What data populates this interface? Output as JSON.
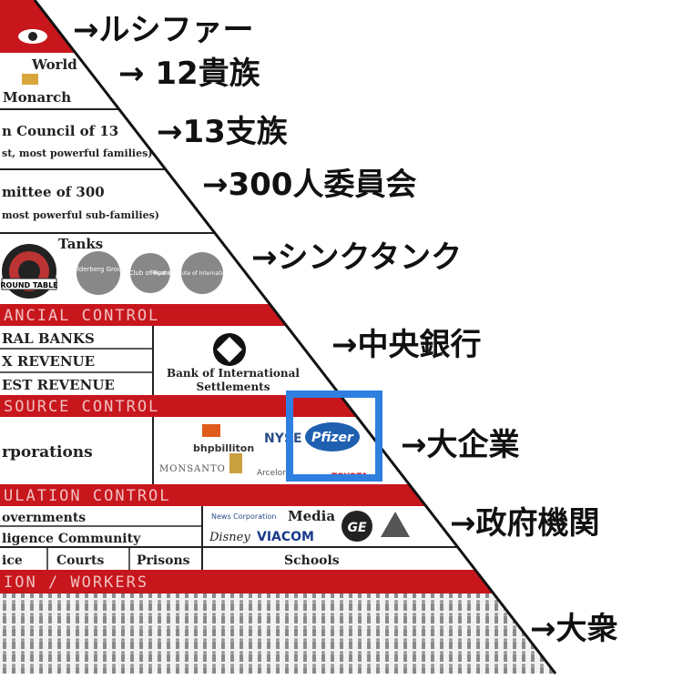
{
  "annotations": [
    "→ルシファー",
    "→ 12貴族",
    "→13支族",
    "→300人委員会",
    "→シンクタンク",
    "→中央銀行",
    "→大企業",
    "→政府機関",
    "→大衆"
  ],
  "pyramid": {
    "monarch": [
      "World",
      "Monarch"
    ],
    "council": [
      "n Council of 13",
      "st, most powerful families)"
    ],
    "committee": [
      "mittee of 300",
      "most powerful sub-families)"
    ],
    "think_tanks": {
      "label": "Tanks",
      "logos": [
        "ROUND TABLE",
        "Bilderberg Group",
        "Club of Rome",
        "Royal Institute of International Affairs"
      ]
    },
    "financial_control_band": "ANCIAL CONTROL",
    "banks": [
      "RAL BANKS",
      "X REVENUE",
      "EST REVENUE"
    ],
    "bis": [
      "Bank of International",
      "Settlements"
    ],
    "resource_control_band": "SOURCE CONTROL",
    "corporations_label": "rporations",
    "corp_logos": [
      "bhpbilliton",
      "NYSE",
      "Pfizer",
      "MONSANTO",
      "Arcelor",
      "TOYOTA"
    ],
    "population_control_band": "ULATION CONTROL",
    "government": [
      "overnments",
      "ligence Community"
    ],
    "media": {
      "label": "Media",
      "logos": [
        "News Corporation",
        "Disney",
        "VIACOM",
        "GE"
      ]
    },
    "institutions": [
      "ice",
      "Courts",
      "Prisons",
      "Schools"
    ],
    "workers_band": "ION / WORKERS"
  },
  "highlight_color": "#2f7fe0",
  "band_color": "#c8161d"
}
